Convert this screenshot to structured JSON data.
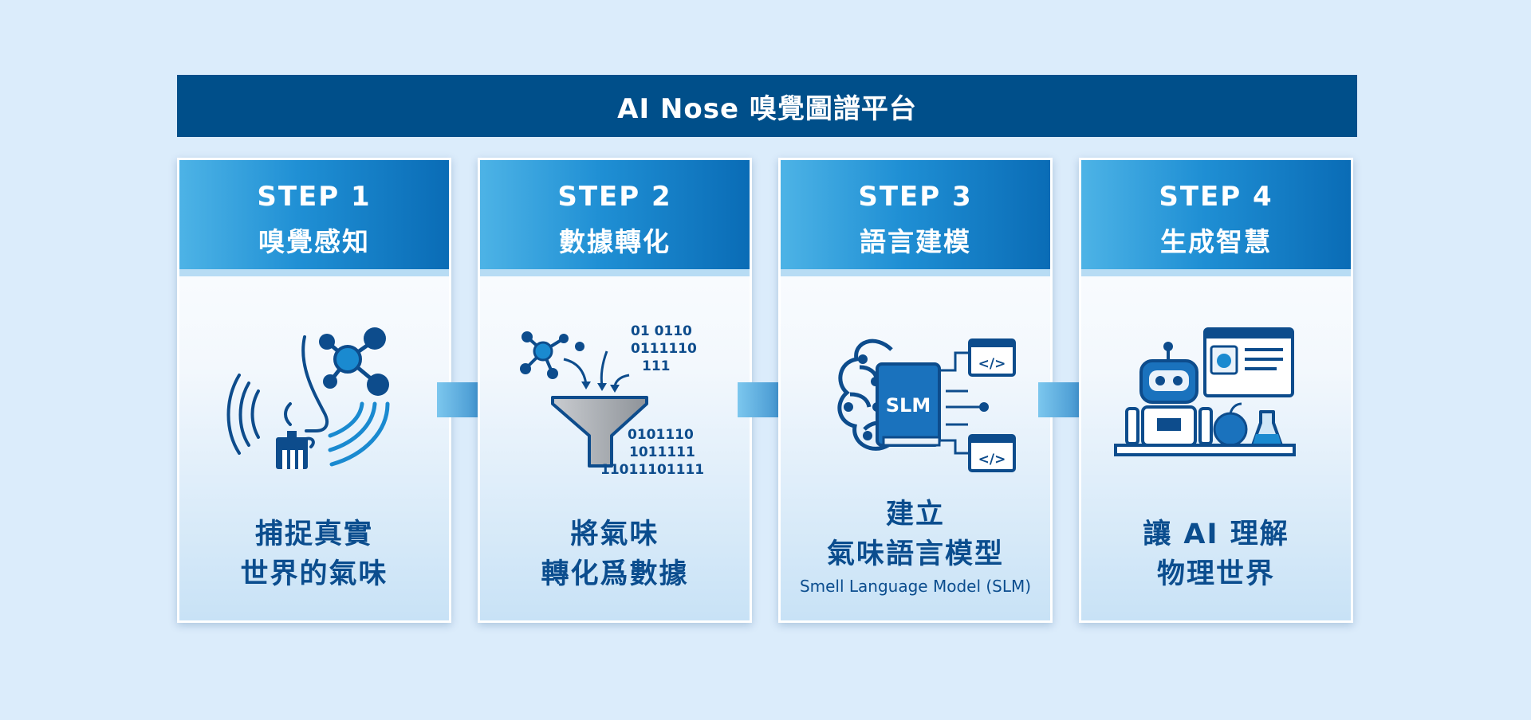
{
  "title": "AI Nose 嗅覺圖譜平台",
  "colors": {
    "banner": "#004f8a",
    "accent": "#0a6cb6",
    "text": "#0b4d8e",
    "background": "#dbecfb"
  },
  "steps": [
    {
      "label": "STEP 1",
      "title": "嗅覺感知",
      "icon": "nose-sensor-icon",
      "desc": [
        "捕捉真實",
        "世界的氣味"
      ]
    },
    {
      "label": "STEP 2",
      "title": "數據轉化",
      "icon": "data-funnel-icon",
      "desc": [
        "將氣味",
        "轉化爲數據"
      ],
      "binary_top": [
        "01 0110",
        "0111110",
        "111"
      ],
      "binary_bottom": [
        "0101110",
        "1011111",
        "11011101111"
      ]
    },
    {
      "label": "STEP 3",
      "title": "語言建模",
      "icon": "brain-book-icon",
      "desc": [
        "建立",
        "氣味語言模型"
      ],
      "subtitle": "Smell Language Model (SLM)",
      "book_label": "SLM",
      "code_label": "</>"
    },
    {
      "label": "STEP 4",
      "title": "生成智慧",
      "icon": "robot-icon",
      "desc": [
        "讓 AI 理解",
        "物理世界"
      ]
    }
  ]
}
